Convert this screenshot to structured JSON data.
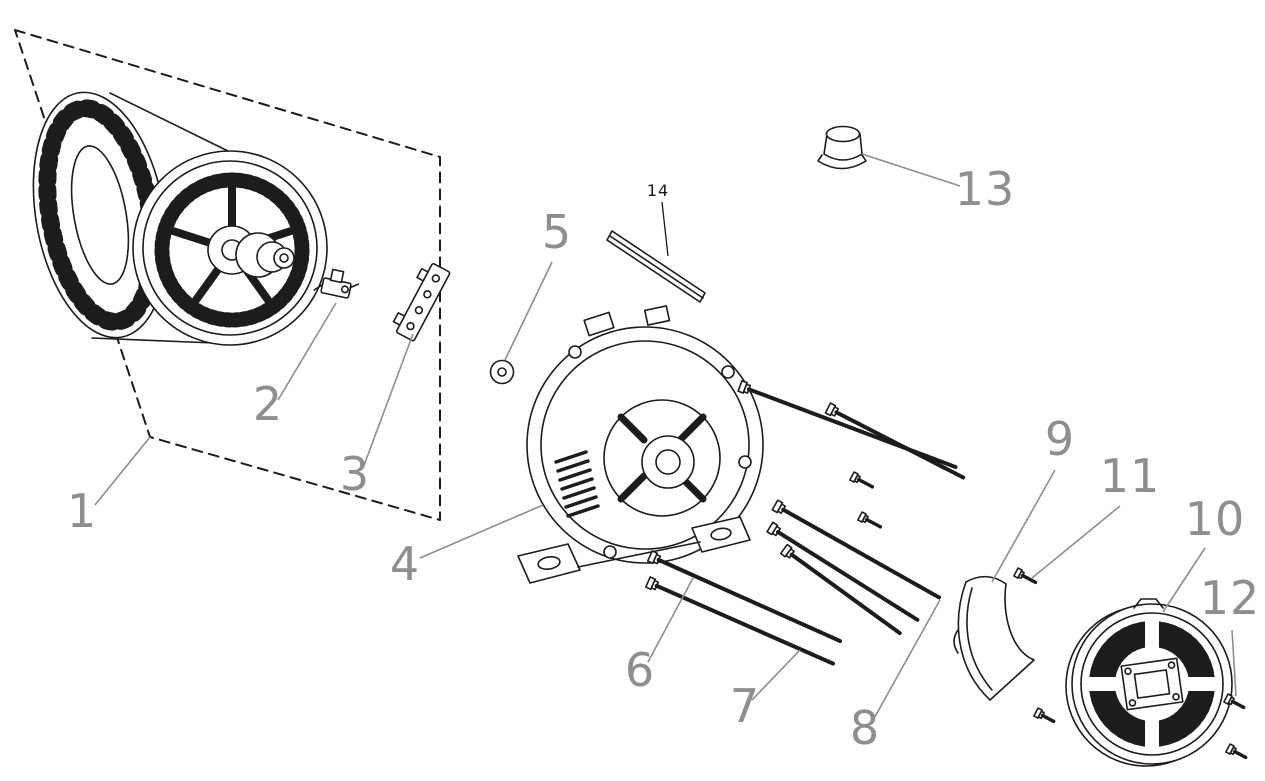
{
  "diagram": {
    "background": "#ffffff",
    "stroke_color": "#1c1c1c",
    "label_color": "#8e8e8e",
    "label_dark_color": "#1a1a1a",
    "labels": [
      {
        "id": "1",
        "text": "1"
      },
      {
        "id": "2",
        "text": "2"
      },
      {
        "id": "3",
        "text": "3"
      },
      {
        "id": "4",
        "text": "4"
      },
      {
        "id": "5",
        "text": "5"
      },
      {
        "id": "6",
        "text": "6"
      },
      {
        "id": "7",
        "text": "7"
      },
      {
        "id": "8",
        "text": "8"
      },
      {
        "id": "9",
        "text": "9"
      },
      {
        "id": "10",
        "text": "10"
      },
      {
        "id": "11",
        "text": "11"
      },
      {
        "id": "12",
        "text": "12"
      },
      {
        "id": "13",
        "text": "13"
      },
      {
        "id": "14",
        "text": "14"
      }
    ]
  }
}
